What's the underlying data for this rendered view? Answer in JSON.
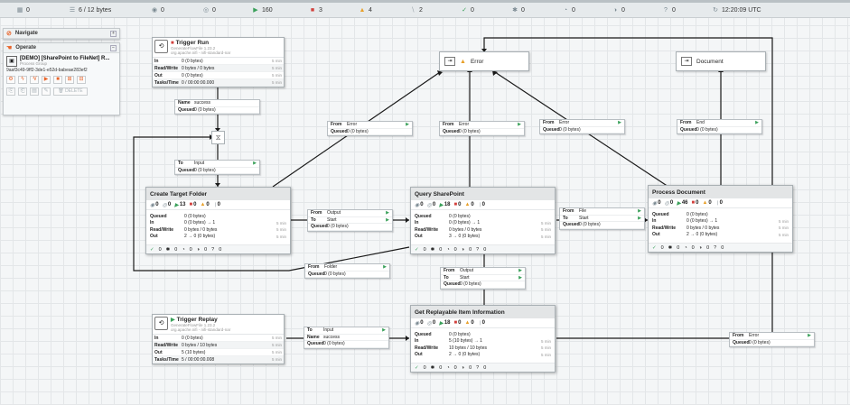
{
  "status_bar": {
    "items": [
      {
        "icon": "cluster-icon",
        "value": "0"
      },
      {
        "icon": "queue-icon",
        "value": "6 / 12 bytes"
      },
      {
        "icon": "transmitting-icon",
        "value": "0"
      },
      {
        "icon": "not-transmitting-icon",
        "value": "0"
      },
      {
        "icon": "running-icon",
        "value": "160"
      },
      {
        "icon": "stopped-icon",
        "value": "3"
      },
      {
        "icon": "invalid-icon",
        "value": "4"
      },
      {
        "icon": "disabled-icon",
        "value": "2"
      },
      {
        "icon": "up-to-date-icon",
        "value": "0"
      },
      {
        "icon": "locally-modified-icon",
        "value": "0"
      },
      {
        "icon": "stale-icon",
        "value": "0"
      },
      {
        "icon": "modified-stale-icon",
        "value": "0"
      },
      {
        "icon": "sync-failure-icon",
        "value": "0"
      },
      {
        "icon": "refresh-icon",
        "value": "12:20:09 UTC"
      }
    ]
  },
  "navigate": {
    "label": "Navigate"
  },
  "operate": {
    "label": "Operate",
    "group_name": "[DEMO] [SharePoint to FileNet] R...",
    "group_type": "Process Group",
    "group_id": "9aaf3c49-9ff2-3de1-e52d-babeae283ef2",
    "delete_label": "DELETE"
  },
  "processors": {
    "trigger_run": {
      "name": "Trigger Run",
      "type": "GenerateFlowFile 1.23.2",
      "bundle": "org.apache.nifi - nifi-standard-nar",
      "rows": [
        {
          "k": "In",
          "v": "0 (0 bytes)",
          "t": "5 min"
        },
        {
          "k": "Read/Write",
          "v": "0 bytes / 0 bytes",
          "t": "5 min"
        },
        {
          "k": "Out",
          "v": "0 (0 bytes)",
          "t": "5 min"
        },
        {
          "k": "Tasks/Time",
          "v": "0 / 00:00:00.000",
          "t": "5 min"
        }
      ]
    },
    "trigger_replay": {
      "name": "Trigger Replay",
      "type": "GenerateFlowFile 1.23.2",
      "bundle": "org.apache.nifi - nifi-standard-nar",
      "rows": [
        {
          "k": "In",
          "v": "0 (0 bytes)",
          "t": "5 min"
        },
        {
          "k": "Read/Write",
          "v": "0 bytes / 10 bytes",
          "t": "5 min"
        },
        {
          "k": "Out",
          "v": "5 (10 bytes)",
          "t": "5 min"
        },
        {
          "k": "Tasks/Time",
          "v": "5 / 00:00:00.008",
          "t": "5 min"
        }
      ]
    }
  },
  "groups": {
    "create_target_folder": {
      "name": "Create Target Folder",
      "stats": [
        "0",
        "0",
        "13",
        "0",
        "0",
        "0"
      ],
      "rows": [
        {
          "k": "Queued",
          "v": "0 (0 bytes)",
          "t": ""
        },
        {
          "k": "In",
          "v": "0 (0 bytes) → 1",
          "t": "5 min"
        },
        {
          "k": "Read/Write",
          "v": "0 bytes / 0 bytes",
          "t": "5 min"
        },
        {
          "k": "Out",
          "v": "2 → 0 (0 bytes)",
          "t": "5 min"
        }
      ],
      "footer": [
        "0",
        "0",
        "0",
        "0",
        "0",
        "0"
      ]
    },
    "query_sharepoint": {
      "name": "Query SharePoint",
      "stats": [
        "0",
        "0",
        "18",
        "0",
        "0",
        "0"
      ],
      "rows": [
        {
          "k": "Queued",
          "v": "0 (0 bytes)",
          "t": ""
        },
        {
          "k": "In",
          "v": "0 (0 bytes) → 1",
          "t": "5 min"
        },
        {
          "k": "Read/Write",
          "v": "0 bytes / 0 bytes",
          "t": "5 min"
        },
        {
          "k": "Out",
          "v": "3 → 0 (0 bytes)",
          "t": "5 min"
        }
      ],
      "footer": [
        "0",
        "0",
        "0",
        "0",
        "0",
        "0"
      ]
    },
    "process_document": {
      "name": "Process Document",
      "stats": [
        "0",
        "0",
        "46",
        "0",
        "0",
        "0"
      ],
      "rows": [
        {
          "k": "Queued",
          "v": "0 (0 bytes)",
          "t": ""
        },
        {
          "k": "In",
          "v": "0 (0 bytes) → 1",
          "t": "5 min"
        },
        {
          "k": "Read/Write",
          "v": "0 bytes / 0 bytes",
          "t": "5 min"
        },
        {
          "k": "Out",
          "v": "2 → 0 (0 bytes)",
          "t": "5 min"
        }
      ],
      "footer": [
        "0",
        "0",
        "0",
        "0",
        "0",
        "0"
      ]
    },
    "get_replayable": {
      "name": "Get Replayable Item Information",
      "stats": [
        "0",
        "0",
        "18",
        "0",
        "0",
        "0"
      ],
      "rows": [
        {
          "k": "Queued",
          "v": "0 (0 bytes)",
          "t": ""
        },
        {
          "k": "In",
          "v": "5 (10 bytes) → 1",
          "t": "5 min"
        },
        {
          "k": "Read/Write",
          "v": "10 bytes / 10 bytes",
          "t": "5 min"
        },
        {
          "k": "Out",
          "v": "2 → 0 (0 bytes)",
          "t": "5 min"
        }
      ],
      "footer": [
        "0",
        "0",
        "0",
        "0",
        "0",
        "0"
      ]
    }
  },
  "connections": {
    "success": [
      {
        "k": "Name",
        "v": "success"
      },
      {
        "k": "Queued",
        "v": "0 (0 bytes)"
      }
    ],
    "to_input": [
      {
        "k": "To",
        "v": "Input"
      },
      {
        "k": "Queued",
        "v": "0 (0 bytes)"
      }
    ],
    "from_error_1": [
      {
        "k": "From",
        "v": "Error"
      },
      {
        "k": "Queued",
        "v": "0 (0 bytes)"
      }
    ],
    "from_error_2": [
      {
        "k": "From",
        "v": "Error"
      },
      {
        "k": "Queued",
        "v": "0 (0 bytes)"
      }
    ],
    "from_error_3": [
      {
        "k": "From",
        "v": "Error"
      },
      {
        "k": "Queued",
        "v": "0 (0 bytes)"
      }
    ],
    "from_end": [
      {
        "k": "From",
        "v": "End"
      },
      {
        "k": "Queued",
        "v": "0 (0 bytes)"
      }
    ],
    "output_start": [
      {
        "k": "From",
        "v": "Output"
      },
      {
        "k": "To",
        "v": "Start"
      },
      {
        "k": "Queued",
        "v": "0 (0 bytes)"
      }
    ],
    "file_start": [
      {
        "k": "From",
        "v": "File"
      },
      {
        "k": "To",
        "v": "Start"
      },
      {
        "k": "Queued",
        "v": "0 (0 bytes)"
      }
    ],
    "from_folder": [
      {
        "k": "From",
        "v": "Folder"
      },
      {
        "k": "Queued",
        "v": "0 (0 bytes)"
      }
    ],
    "output_start_2": [
      {
        "k": "From",
        "v": "Output"
      },
      {
        "k": "To",
        "v": "Start"
      },
      {
        "k": "Queued",
        "v": "0 (0 bytes)"
      }
    ],
    "input_success": [
      {
        "k": "To",
        "v": "Input"
      },
      {
        "k": "Name",
        "v": "success"
      },
      {
        "k": "Queued",
        "v": "0 (0 bytes)"
      }
    ],
    "from_error_4": [
      {
        "k": "From",
        "v": "Error"
      },
      {
        "k": "Queued",
        "v": "0 (0 bytes)"
      }
    ]
  },
  "ports": {
    "error": "Error",
    "document": "Document"
  }
}
